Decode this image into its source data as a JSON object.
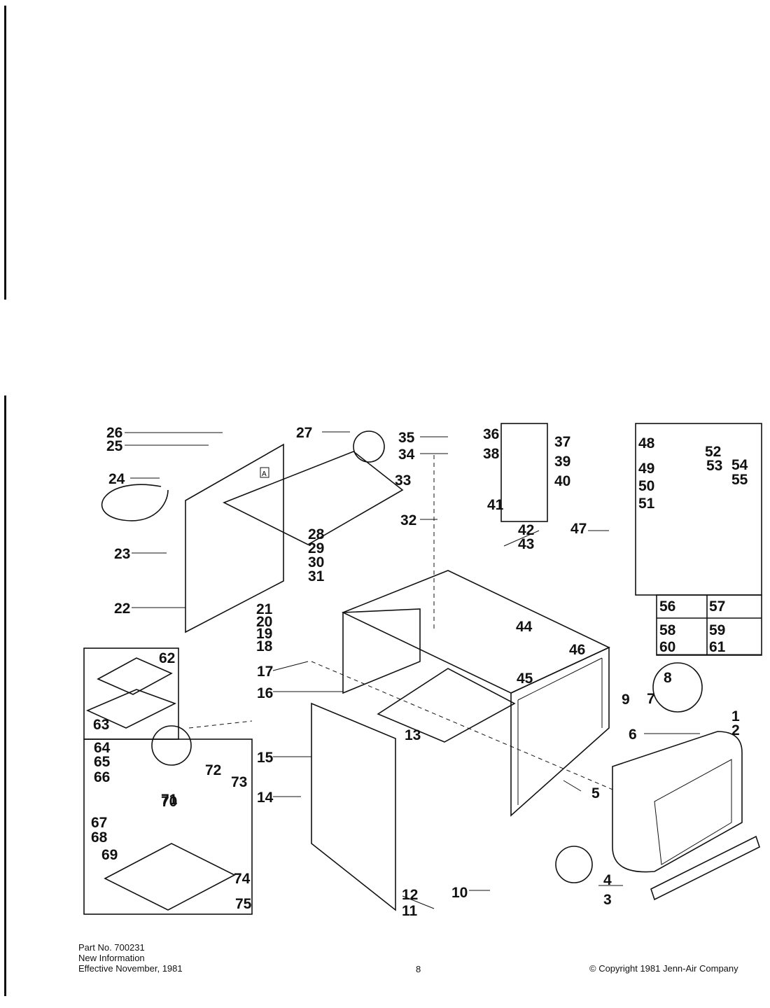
{
  "diagram": {
    "callouts": [
      "1",
      "2",
      "3",
      "4",
      "5",
      "6",
      "7",
      "8",
      "9",
      "10",
      "11",
      "12",
      "13",
      "14",
      "15",
      "16",
      "17",
      "18",
      "19",
      "20",
      "21",
      "22",
      "23",
      "24",
      "25",
      "26",
      "27",
      "28",
      "29",
      "30",
      "31",
      "32",
      "33",
      "34",
      "35",
      "36",
      "37",
      "38",
      "39",
      "40",
      "41",
      "42",
      "43",
      "44",
      "45",
      "46",
      "47",
      "48",
      "49",
      "50",
      "51",
      "52",
      "53",
      "54",
      "55",
      "56",
      "57",
      "58",
      "59",
      "60",
      "61",
      "62",
      "63",
      "64",
      "65",
      "66",
      "67",
      "68",
      "69",
      "70",
      "71",
      "72",
      "73",
      "74",
      "75"
    ],
    "inset_marker": "A",
    "detail_panels": [
      "56",
      "57",
      "58",
      "59",
      "60",
      "61"
    ]
  },
  "footer": {
    "part_number": "Part No. 700231",
    "info": "New Information",
    "effective": "Effective November, 1981",
    "page": "8",
    "copyright": "© Copyright 1981 Jenn-Air Company"
  }
}
